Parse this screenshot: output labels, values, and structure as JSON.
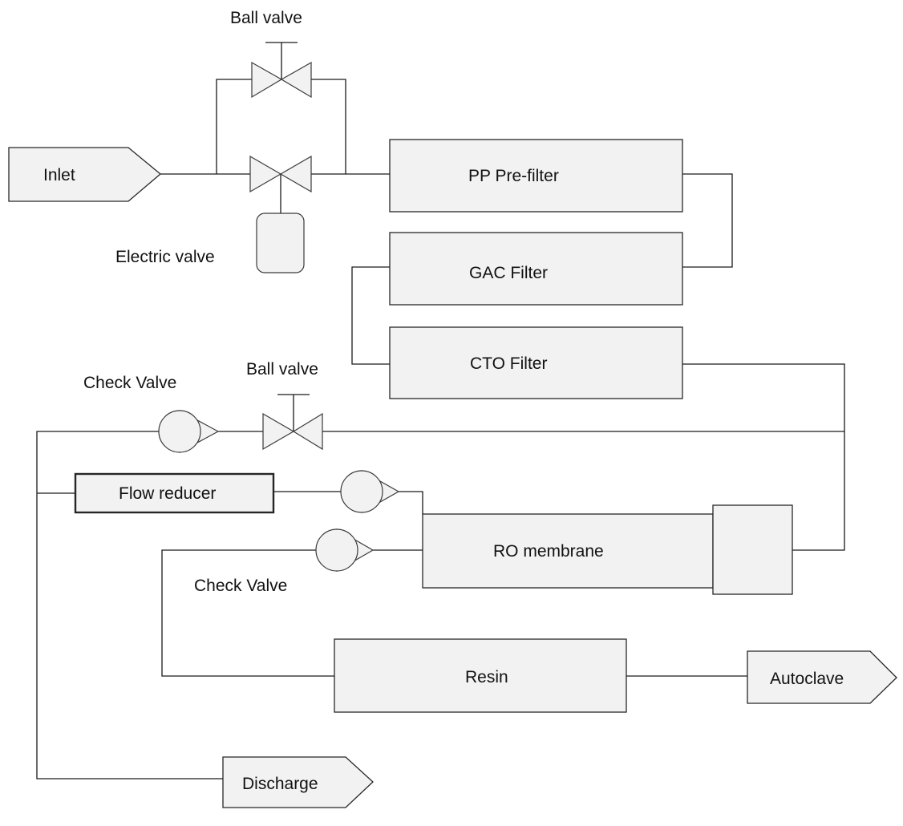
{
  "colors": {
    "line": "#1a1a1a",
    "fill": "#f2f2f2",
    "background": "#ffffff"
  },
  "labels": {
    "ball_valve_top": "Ball valve",
    "inlet": "Inlet",
    "electric_valve": "Electric valve",
    "pp_prefilter": "PP Pre-filter",
    "gac_filter": "GAC Filter",
    "cto_filter": "CTO Filter",
    "check_valve_top": "Check Valve",
    "ball_valve_mid": "Ball valve",
    "flow_reducer": "Flow reducer",
    "ro_membrane": "RO membrane",
    "check_valve_bottom": "Check Valve",
    "resin": "Resin",
    "autoclave": "Autoclave",
    "discharge": "Discharge"
  },
  "icons": [
    "ball-valve-icon",
    "electric-actuator-icon",
    "check-valve-icon",
    "flow-arrow-icon"
  ]
}
